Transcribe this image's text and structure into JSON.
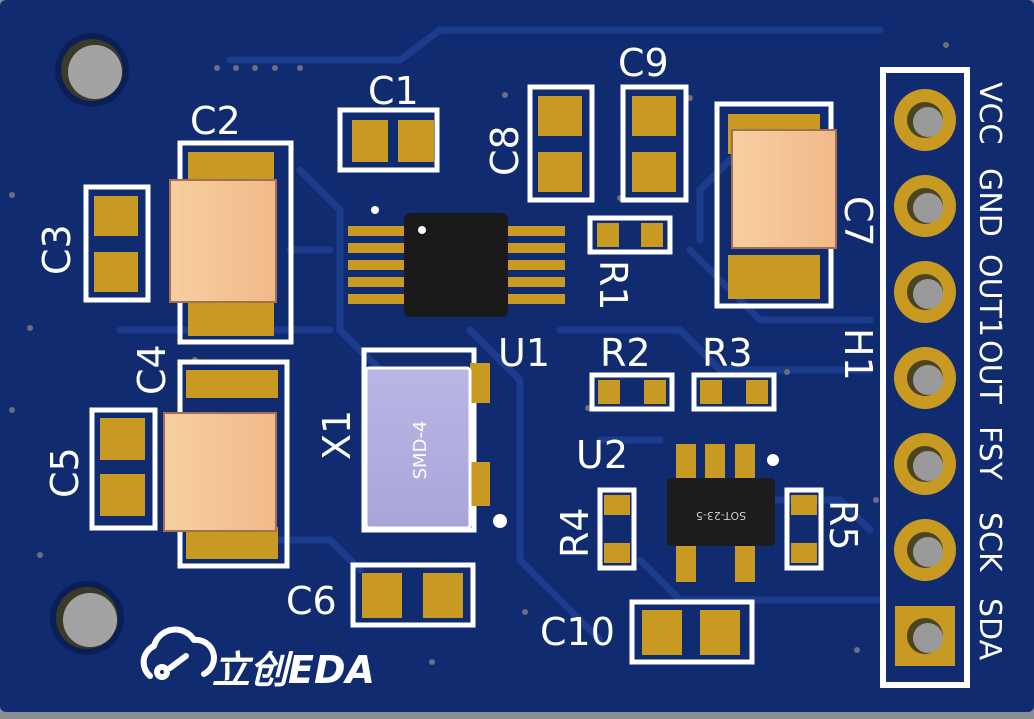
{
  "board": {
    "silkscreen_color": "#ffffff",
    "mask_color": "#0f2a6e",
    "pad_color": "#c89a22",
    "logo_text": "立创EDA",
    "logo_icon": "cloud-link-icon"
  },
  "labels": {
    "c1": "C1",
    "c2": "C2",
    "c3": "C3",
    "c4": "C4",
    "c5": "C5",
    "c6": "C6",
    "c7": "C7",
    "c8": "C8",
    "c9": "C9",
    "c10": "C10",
    "r1": "R1",
    "r2": "R2",
    "r3": "R3",
    "r4": "R4",
    "r5": "R5",
    "u1": "U1",
    "u2": "U2",
    "x1": "X1",
    "h1": "H1"
  },
  "component_marks": {
    "x1_package": "SMD-4",
    "u2_package": "SOT-23-5"
  },
  "header_pins": [
    "VCC",
    "GND",
    "OUT1",
    "OUT",
    "FSY",
    "SCK",
    "SDA"
  ]
}
